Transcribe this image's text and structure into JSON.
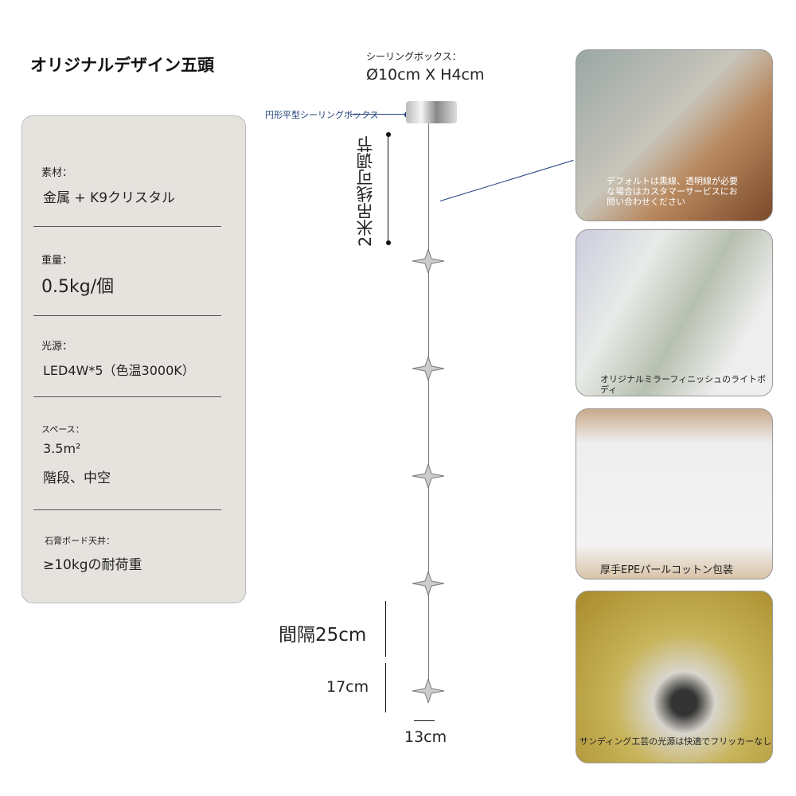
{
  "title": "オリジナルデザイン五頭",
  "specs": {
    "material_label": "素材：",
    "material": "金属 + K9クリスタル",
    "weight_label": "重量：",
    "weight": "0.5kg/個",
    "light_label": "光源：",
    "light": "LED4W*5（色温3000K）",
    "space_label": "スペース：",
    "space_area": "3.5m²",
    "space_use": "階段、中空",
    "ceiling_label": "石膏ボード天井：",
    "ceiling": "≥10kgの耐荷重"
  },
  "diagram": {
    "canopy_label": "シーリングボックス：",
    "canopy_size": "Ø10cm X H4cm",
    "canopy_type": "円形平型シーリングボックス",
    "wire": "2米吊线可调节",
    "spacing": "間隔25cm",
    "height": "17cm",
    "width": "13cm"
  },
  "photos": [
    {
      "caption": "デフォルトは黒線、透明線が必要な場合はカスタマーサービスにお問い合わせください"
    },
    {
      "caption": "オリジナルミラーフィニッシュのライトボディ"
    },
    {
      "caption": "厚手EPEパールコットン包装"
    },
    {
      "caption": "サンディング工芸の光源は快適でフリッカーなし"
    }
  ],
  "colors": {
    "accent": "#1f3f7a",
    "panel": "#e6e3df"
  }
}
